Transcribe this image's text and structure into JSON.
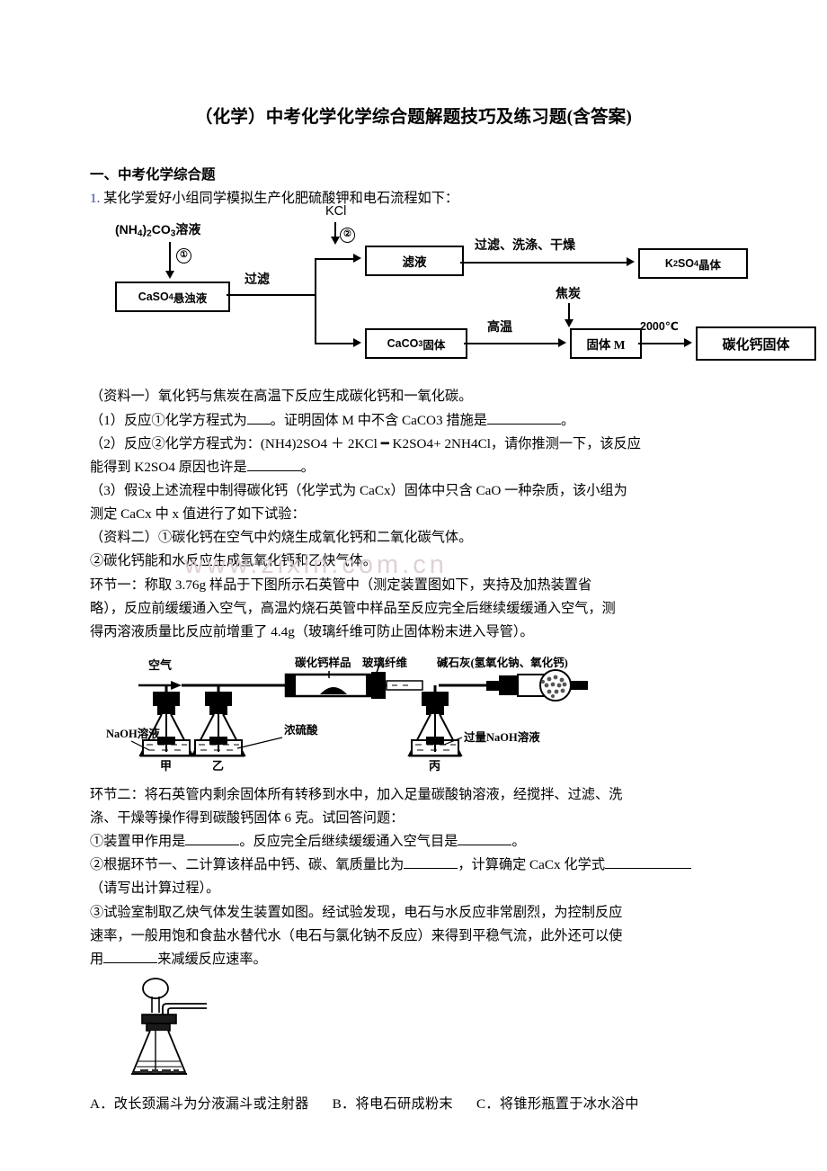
{
  "document": {
    "title": "（化学）中考化学化学综合题解题技巧及练习题(含答案)",
    "section_heading": "一、中考化学综合题",
    "question_number": "1.",
    "question_stem": "某化学爱好小组同学模拟生产化肥硫酸钾和电石流程如下：",
    "watermark": "www.zixin.com.cn"
  },
  "flow_diagram": {
    "input_label": "(NH4)2CO3溶液",
    "step1_circle": "①",
    "step2_circle": "②",
    "kcl_label": "KCl",
    "boxes": {
      "caso4": "CaSO4悬浊液",
      "filtrate": "滤液",
      "caco3": "CaCO3固体",
      "k2so4": "K2SO4晶体",
      "solid_m": "固体 M",
      "product": "碳化钙固体"
    },
    "arrow_labels": {
      "filter": "过滤",
      "filter_wash_dry": "过滤、洗涤、干燥",
      "high_temp": "高温",
      "coke": "焦炭",
      "temp_2000": "2000℃"
    }
  },
  "body": {
    "data1": "（资料一）氧化钙与焦炭在高温下反应生成碳化钙和一氧化碳。",
    "q1_a": "（1）反应①化学方程式为",
    "q1_b": "。证明固体 M 中不含 CaCO3 措施是",
    "q1_c": "。",
    "q2_a": "（2）反应②化学方程式为：(NH4)2SO4 ＋ 2KCl ━ K2SO4+ 2NH4Cl，请你推测一下，该反应",
    "q2_b": "能得到 K2SO4 原因也许是",
    "q2_c": "。",
    "q3_a": "（3）假设上述流程中制得碳化钙（化学式为 CaCx）固体中只含 CaO 一种杂质，该小组为",
    "q3_b": "测定 CaCx 中 x 值进行了如下试验：",
    "data2_1": "（资料二）①碳化钙在空气中灼烧生成氧化钙和二氧化碳气体。",
    "data2_2": "②碳化钙能和水反应生成氢氧化钙和乙炔气体。",
    "step1_l1": "环节一：称取 3.76g 样品于下图所示石英管中（测定装置图如下，夹持及加热装置省",
    "step1_l2": "略），反应前缓缓通入空气，高温灼烧石英管中样品至反应完全后继续缓缓通入空气，测",
    "step1_l3": "得丙溶液质量比反应前增重了 4.4g（玻璃纤维可防止固体粉末进入导管）。",
    "step2_l1": "环节二：将石英管内剩余固体所有转移到水中，加入足量碳酸钠溶液，经搅拌、过滤、洗",
    "step2_l2": "涤、干燥等操作得到碳酸钙固体 6 克。试回答问题：",
    "sub1_a": "①装置甲作用是",
    "sub1_b": "。反应完全后继续缓缓通入空气目是",
    "sub1_c": "。",
    "sub2_a": "②根据环节一、二计算该样品中钙、碳、氧质量比为",
    "sub2_b": "，计算确定 CaCx 化学式",
    "sub2_c": "（请写出计算过程）。",
    "sub3_l1": "③试验室制取乙炔气体发生装置如图。经试验发现，电石与水反应非常剧烈，为控制反应",
    "sub3_l2": "速率，一般用饱和食盐水替代水（电石与氯化钠不反应）来得到平稳气流，此外还可以使",
    "sub3_l3_a": "用",
    "sub3_l3_b": "来减缓反应速率。"
  },
  "apparatus": {
    "air": "空气",
    "naoh_solution": "NaOH溶液",
    "conc_sulfuric": "浓硫酸",
    "sample": "碳化钙样品",
    "glass_fiber": "玻璃纤维",
    "soda_lime": "碱石灰(氢氧化钠、氧化钙)",
    "excess_naoh": "过量NaOH溶液",
    "flask_a": "甲",
    "flask_b": "乙",
    "flask_c": "丙"
  },
  "options": {
    "a": "A．改长颈漏斗为分液漏斗或注射器",
    "b": "B．将电石研成粉末",
    "c": "C．将锥形瓶置于冰水浴中"
  }
}
